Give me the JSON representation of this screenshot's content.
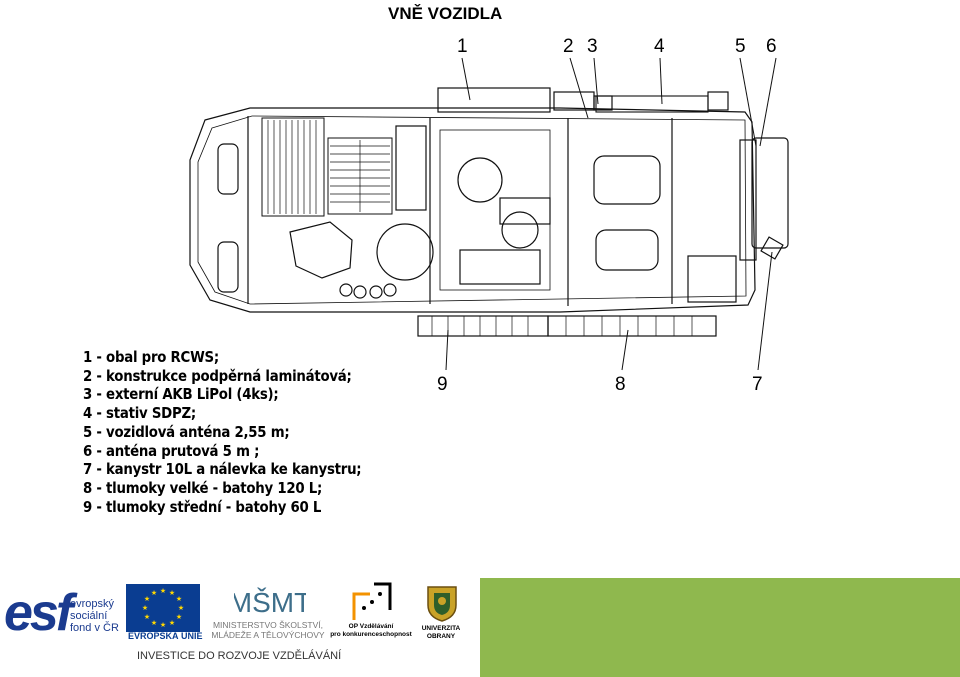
{
  "title": "VNĚ VOZIDLA",
  "callouts_top": [
    "1",
    "2",
    "3",
    "4",
    "5",
    "6"
  ],
  "callouts_bottom": [
    "9",
    "8",
    "7"
  ],
  "legend": [
    "1 - obal pro RCWS;",
    "2 - konstrukce podpěrná laminátová;",
    "3 - externí AKB LiPol (4ks);",
    "4 - stativ SDPZ;",
    "5 - vozidlová anténa 2,55 m;",
    "6 - anténa prutová 5 m ;",
    "7 - kanystr 10L a nálevka ke kanystru;",
    "8 - tlumoky velké - batohy 120 L;",
    "9 - tlumoky střední - batohy 60 L"
  ],
  "footer": {
    "esf_mark": "esf",
    "esf_text": [
      "evropský",
      "sociální",
      "fond v ČR"
    ],
    "eu_text": "EVROPSKÁ UNIE",
    "msmt_mark": "MŠMT",
    "msmt_text": [
      "MINISTERSTVO ŠKOLSTVÍ,",
      "MLÁDEŽE A TĚLOVÝCHOVY"
    ],
    "op_text": [
      "OP Vzdělávání",
      "pro konkurenceschopnost"
    ],
    "uni_text": [
      "UNIVERZITA",
      "OBRANY"
    ],
    "invest_text": "INVESTICE DO ROZVOJE VZDĚLÁVÁNÍ",
    "green_color": "#8fb84e"
  }
}
